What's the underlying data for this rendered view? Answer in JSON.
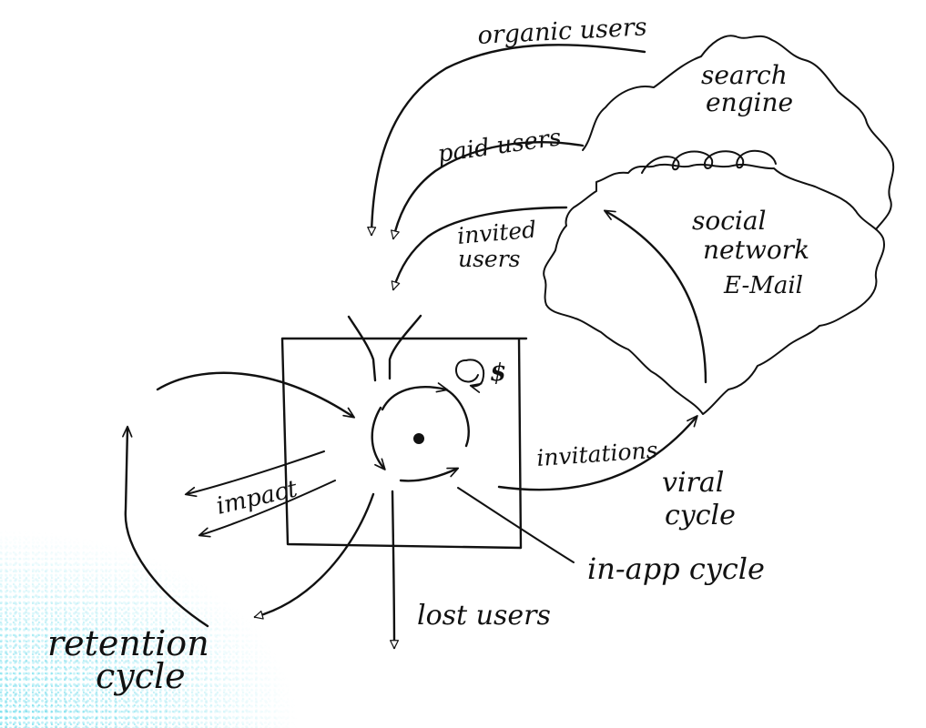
{
  "labels": {
    "organic_users": "organic users",
    "paid_users": "paid users",
    "invited_users_line1": "invited",
    "invited_users_line2": "users",
    "search_engine_line1": "search",
    "search_engine_line2": "engine",
    "social_line1": "social",
    "social_line2": "network",
    "social_line3": "E-Mail",
    "invitations": "invitations",
    "viral_cycle_line1": "viral",
    "viral_cycle_line2": "cycle",
    "impact": "impact",
    "in_app_cycle": "in-app cycle",
    "lost_users": "lost users",
    "retention_line1": "retention",
    "retention_line2": "cycle",
    "money_symbol": "$"
  },
  "colors": {
    "ink": "#111111",
    "paper": "#ffffff",
    "scan_noise": "#3cd2e6"
  }
}
